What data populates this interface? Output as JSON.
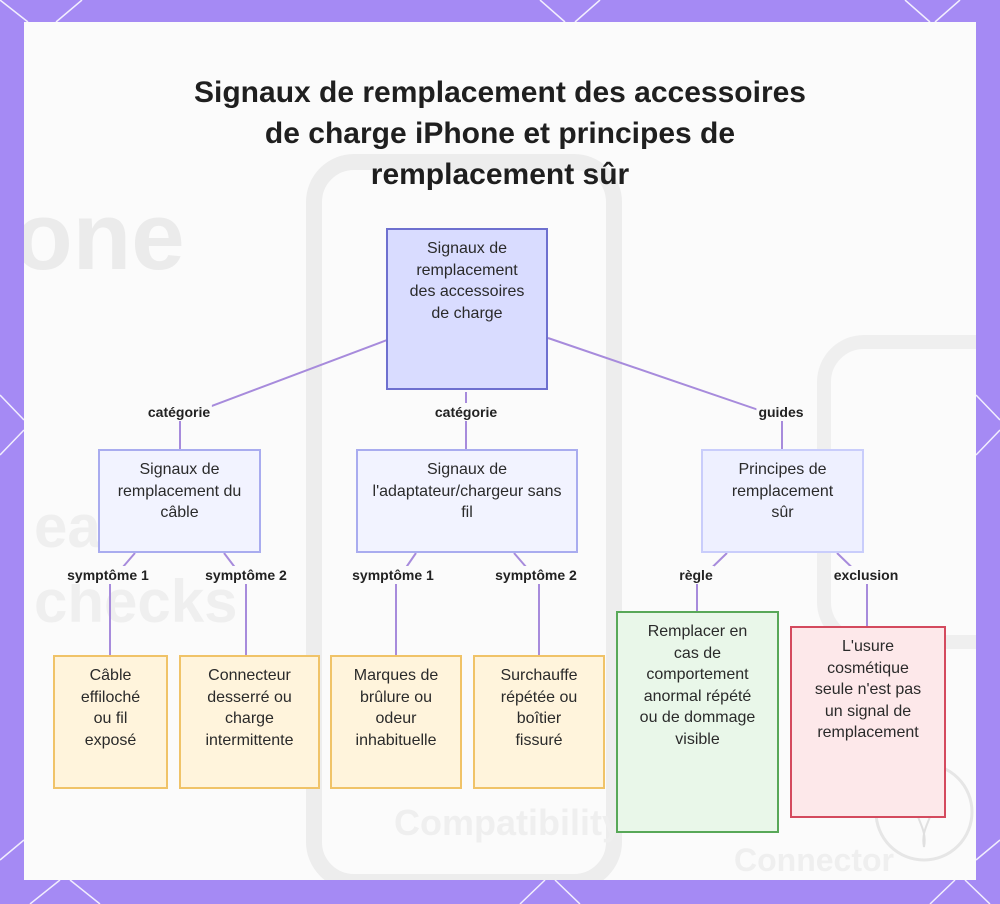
{
  "title": "Signaux de remplacement des accessoires de charge iPhone et principes de remplacement sûr",
  "root": {
    "label": "Signaux de remplacement des accessoires de charge"
  },
  "categories": [
    {
      "label": "Signaux de remplacement du câble",
      "edge": "catégorie"
    },
    {
      "label": "Signaux de l'adaptateur/chargeur sans fil",
      "edge": "catégorie"
    },
    {
      "label": "Principes de remplacement sûr",
      "edge": "guides"
    }
  ],
  "leaves": [
    {
      "label": "Câble effiloché ou fil exposé",
      "edge": "symptôme 1"
    },
    {
      "label": "Connecteur desserré ou charge intermittente",
      "edge": "symptôme 2"
    },
    {
      "label": "Marques de brûlure ou odeur inhabituelle",
      "edge": "symptôme 1"
    },
    {
      "label": "Surchauffe répétée ou boîtier fissuré",
      "edge": "symptôme 2"
    },
    {
      "label": "Remplacer en cas de comportement anormal répété ou de dommage visible",
      "edge": "règle"
    },
    {
      "label": "L'usure cosmétique seule n'est pas un signal de remplacement",
      "edge": "exclusion"
    }
  ],
  "colors": {
    "frame": "#a58af4",
    "connector": "#a78bdc",
    "root_fill": "#d9dcff",
    "symptom_fill": "#fff4dc",
    "rule_border": "#58a858",
    "exclusion_border": "#d44a5e"
  }
}
